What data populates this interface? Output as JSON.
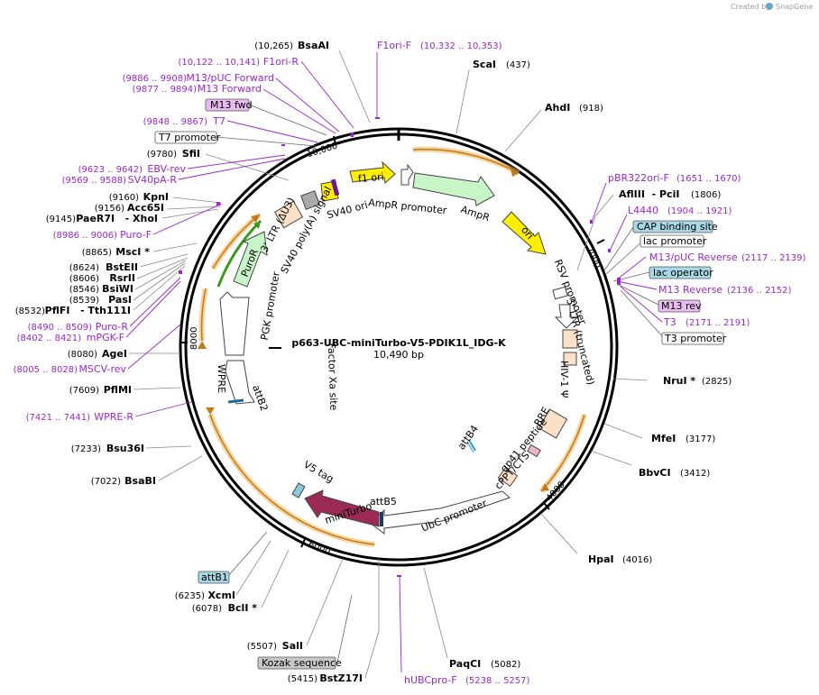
{
  "credit": {
    "text": "Created by",
    "brand": "SnapGene"
  },
  "plasmid": {
    "name": "p663-UBC-miniTurbo-V5-PDIK1L_IDG-K",
    "length": "10,490 bp"
  },
  "ticks": [
    "10,000",
    "2000",
    "4000",
    "6000",
    "8000"
  ],
  "features": {
    "f1_ori": "f1 ori",
    "ampr_promoter": "AmpR promoter",
    "ampr": "AmpR",
    "ori": "ori",
    "sv40_ori": "SV40 ori",
    "ltr3": "3' LTR (ΔU3)",
    "sv40_polya": "SV40 poly(A) signal",
    "puror": "PuroR",
    "pgk_promoter": "PGK promoter",
    "wpre": "WPRE",
    "attb2": "attB2",
    "factor_xa": "Factor Xa site",
    "rsv_promoter": "RSV promoter",
    "ltr5": "5' LTR (truncated)",
    "hiv1": "HIV-1 Ψ",
    "rre": "RRE",
    "attb4": "attB4",
    "gp41": "gp41 peptide",
    "cppt": "cPPT/CTS",
    "ubc_promoter": "UbC promoter",
    "attb5": "attB5",
    "miniturbo": "miniTurbo",
    "v5_tag": "V5 tag"
  },
  "enzymes_right": [
    {
      "name": "ScaI",
      "pos": "(437)"
    },
    {
      "name": "AhdI",
      "pos": "(918)"
    },
    {
      "name": "AflIII  - PciI",
      "pos": "(1806)"
    },
    {
      "name": "NruI *",
      "pos": "(2825)"
    },
    {
      "name": "MfeI",
      "pos": "(3177)"
    },
    {
      "name": "BbvCI",
      "pos": "(3412)"
    },
    {
      "name": "HpaI",
      "pos": "(4016)"
    },
    {
      "name": "PaqCI",
      "pos": "(5082)"
    }
  ],
  "enzymes_left": [
    {
      "pos": "(10,265)",
      "name": "BsaAI"
    },
    {
      "pos": "(9780)",
      "name": "SfiI"
    },
    {
      "pos": "(9160)",
      "name": "KpnI"
    },
    {
      "pos": "(9156)",
      "name": "Acc65I"
    },
    {
      "pos": "(9145)",
      "name": "PaeR7I   - XhoI"
    },
    {
      "pos": "(8865)",
      "name": "MscI *"
    },
    {
      "pos": "(8624)",
      "name": "BstEII"
    },
    {
      "pos": "(8606)",
      "name": "RsrII"
    },
    {
      "pos": "(8546)",
      "name": "BsiWI"
    },
    {
      "pos": "(8539)",
      "name": "PasI"
    },
    {
      "pos": "(8532)",
      "name": "PflFI   - Tth111I"
    },
    {
      "pos": "(8080)",
      "name": "AgeI"
    },
    {
      "pos": "(7609)",
      "name": "PflMI"
    },
    {
      "pos": "(7233)",
      "name": "Bsu36I"
    },
    {
      "pos": "(7022)",
      "name": "BsaBI"
    },
    {
      "pos": "(6235)",
      "name": "XcmI"
    },
    {
      "pos": "(6078)",
      "name": "BclI *"
    },
    {
      "pos": "(5507)",
      "name": "SalI"
    },
    {
      "pos": "(5415)",
      "name": "BstZ17I"
    }
  ],
  "primers_left": [
    {
      "pos": "(10,122 .. 10,141)",
      "name": "F1ori-R"
    },
    {
      "pos": "(9886 .. 9908)",
      "name": "M13/pUC Forward"
    },
    {
      "pos": "(9877 .. 9894)",
      "name": "M13 Forward"
    },
    {
      "pos": "(9848 .. 9867)",
      "name": "T7"
    },
    {
      "pos": "(9623 .. 9642)",
      "name": "EBV-rev"
    },
    {
      "pos": "(9569 .. 9588)",
      "name": "SV40pA-R"
    },
    {
      "pos": "(8986 .. 9006)",
      "name": "Puro-F"
    },
    {
      "pos": "(8490 .. 8509)",
      "name": "Puro-R"
    },
    {
      "pos": "(8402 .. 8421)",
      "name": "mPGK-F"
    },
    {
      "pos": "(8005 .. 8028)",
      "name": "MSCV-rev"
    },
    {
      "pos": "(7421 .. 7441)",
      "name": "WPRE-R"
    }
  ],
  "primers_right": [
    {
      "name": "pBR322ori-F",
      "pos": "(1651 .. 1670)"
    },
    {
      "name": "L4440",
      "pos": "(1904 .. 1921)"
    },
    {
      "name": "M13/pUC Reverse",
      "pos": "(2117 .. 2139)"
    },
    {
      "name": "M13 Reverse",
      "pos": "(2136 .. 2152)"
    },
    {
      "name": "T3",
      "pos": "(2171 .. 2191)"
    }
  ],
  "primer_top": {
    "name": "F1ori-F",
    "pos": "(10,332 .. 10,353)"
  },
  "primer_bottom": {
    "name": "hUBCpro-F",
    "pos": "(5238 .. 5257)"
  },
  "boxes": {
    "m13_fwd": "M13 fwd",
    "t7_promoter": "T7 promoter",
    "cap_site": "CAP binding site",
    "lac_promoter": "lac promoter",
    "lac_operator": "lac operator",
    "m13_rev": "M13 rev",
    "t3_promoter": "T3 promoter",
    "attb1": "attB1",
    "kozak": "Kozak sequence"
  },
  "colors": {
    "primer": "#9a27c9",
    "ori_yellow": "#ffee00",
    "ampr_green": "#c8f5c8",
    "puror_green": "#c8f5c8",
    "miniturbo": "#9b2a57",
    "orange_arc": "#f0b04a",
    "cap_box": "#a8d8e4",
    "m13_box": "#e8bcf0",
    "kozak_box": "#c8c8c8"
  }
}
